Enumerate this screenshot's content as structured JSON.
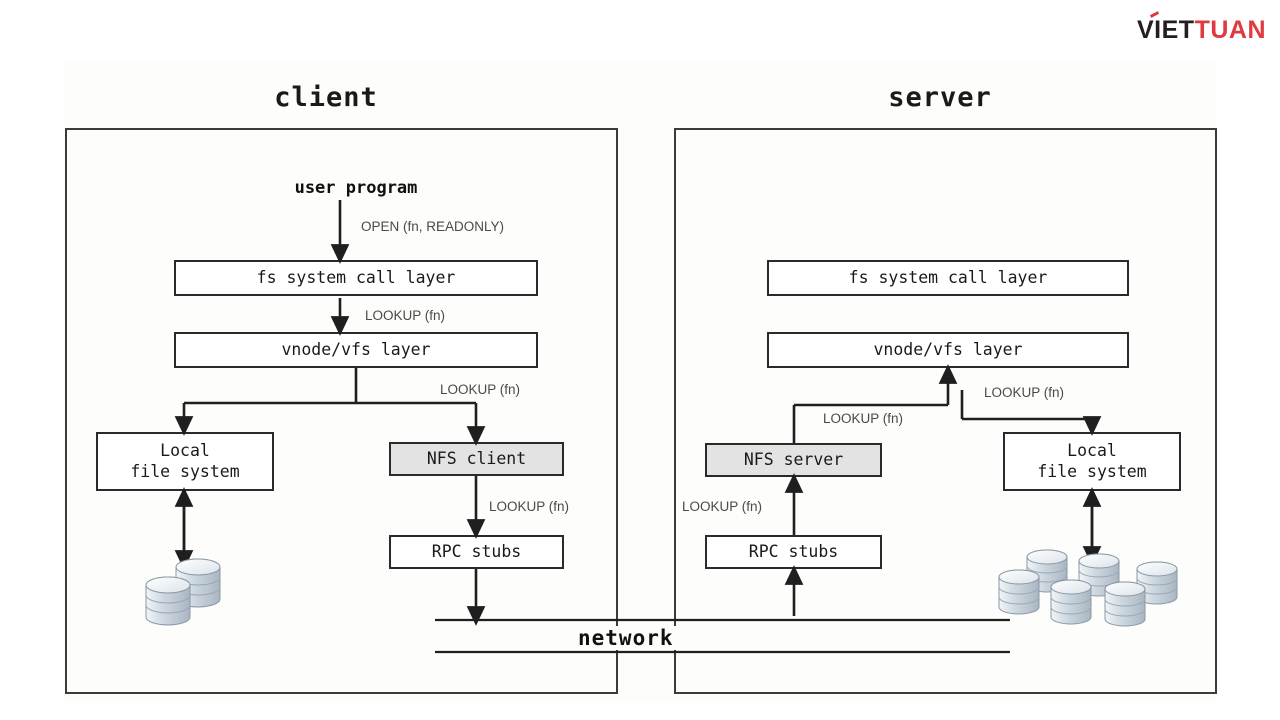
{
  "brand": {
    "part1": "VIET",
    "part2": "TUAN"
  },
  "diagram": {
    "title_client": "client",
    "title_server": "server",
    "network_label": "network",
    "colors": {
      "line": "#2a2a2a",
      "frame": "#3b3b3b",
      "shaded_fill": "#e3e3e3",
      "annotation": "#4a4a4a",
      "brand_red": "#e03a3e",
      "brand_dark": "#231f20",
      "panel": "#fdfdfb"
    },
    "client": {
      "user_program": "user program",
      "fs_system_call_layer": "fs system call layer",
      "vnode_vfs_layer": "vnode/vfs layer",
      "local_file_system": "Local\nfile system",
      "nfs_client": "NFS client",
      "rpc_stubs": "RPC stubs",
      "annotations": {
        "open": "OPEN (fn, READONLY)",
        "lookup_to_vfs": "LOOKUP (fn)",
        "lookup_to_nfs": "LOOKUP (fn)",
        "lookup_to_rpc": "LOOKUP (fn)"
      },
      "disk_count": 2
    },
    "server": {
      "fs_system_call_layer": "fs system call layer",
      "vnode_vfs_layer": "vnode/vfs layer",
      "local_file_system": "Local\nfile system",
      "nfs_server": "NFS server",
      "rpc_stubs": "RPC stubs",
      "annotations": {
        "lookup_from_rpc": "LOOKUP (fn)",
        "lookup_from_nfs": "LOOKUP (fn)",
        "lookup_to_local": "LOOKUP (fn)"
      },
      "disk_count": 6
    }
  }
}
